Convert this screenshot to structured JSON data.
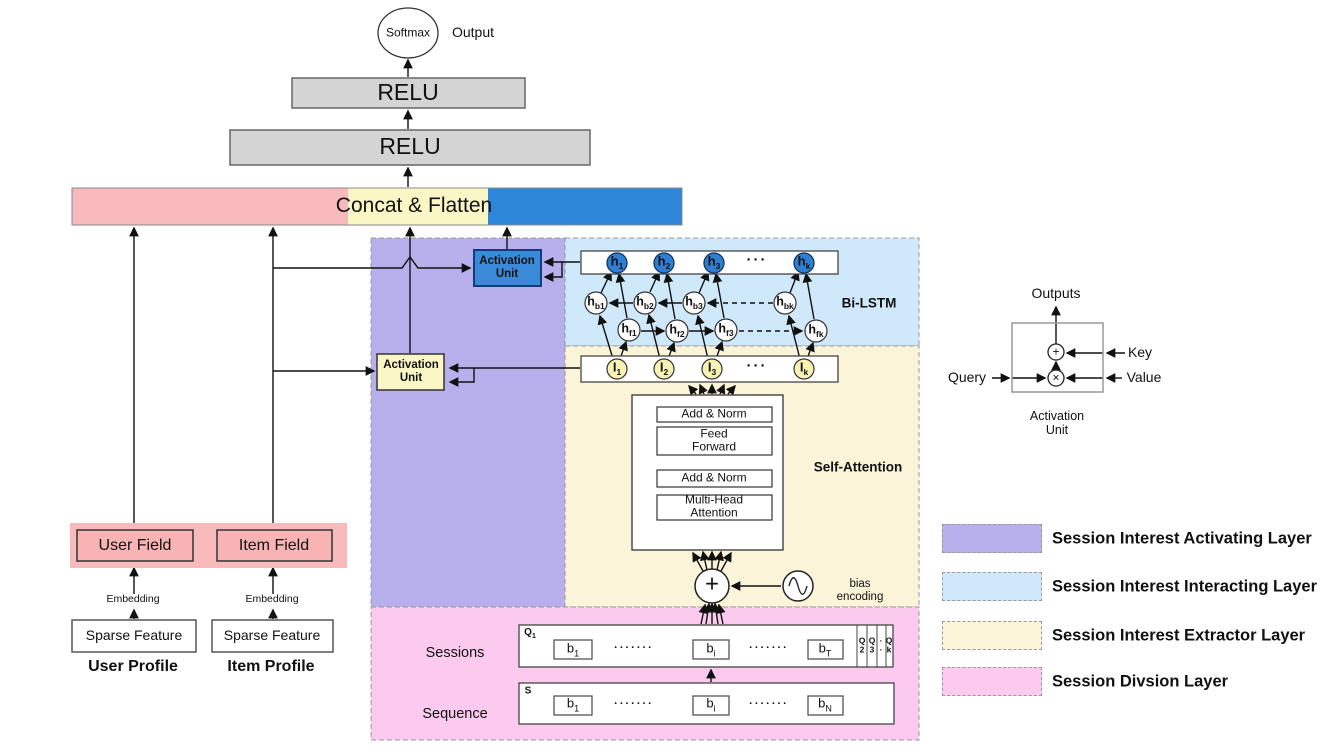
{
  "flow": {
    "softmax": "Softmax",
    "output": "Output",
    "relu_top": "RELU",
    "relu_bottom": "RELU",
    "concat": "Concat & Flatten"
  },
  "profiles": {
    "user_field": "User Field",
    "item_field": "Item Field",
    "user_embedding": "Embedding",
    "item_embedding": "Embedding",
    "user_sparse": "Sparse Feature",
    "item_sparse": "Sparse Feature",
    "user_profile": "User Profile",
    "item_profile": "Item Profile"
  },
  "activation_units": {
    "blue": "Activation\nUnit",
    "yellow": "Activation\nUnit"
  },
  "bilstm": {
    "label": "Bi-LSTM",
    "h": [
      {
        "b": "h",
        "s": "1"
      },
      {
        "b": "h",
        "s": "2"
      },
      {
        "b": "h",
        "s": "3"
      },
      {
        "b": "h",
        "s": "k"
      }
    ],
    "h_dots": "···",
    "hb": [
      {
        "b": "h",
        "s": "b1"
      },
      {
        "b": "h",
        "s": "b2"
      },
      {
        "b": "h",
        "s": "b3"
      },
      {
        "b": "h",
        "s": "bk"
      }
    ],
    "hf": [
      {
        "b": "h",
        "s": "f1"
      },
      {
        "b": "h",
        "s": "f2"
      },
      {
        "b": "h",
        "s": "f3"
      },
      {
        "b": "h",
        "s": "fk"
      }
    ]
  },
  "extractor": {
    "label": "Self-Attention",
    "i": [
      {
        "b": "I",
        "s": "1"
      },
      {
        "b": "I",
        "s": "2"
      },
      {
        "b": "I",
        "s": "3"
      },
      {
        "b": "I",
        "s": "k"
      }
    ],
    "i_dots": "···",
    "add_norm_top": "Add & Norm",
    "feed_forward": "Feed\nForward",
    "add_norm_bottom": "Add & Norm",
    "multi_head": "Multi-Head\nAttention",
    "bias_encoding": "bias\nencoding",
    "plus": "+"
  },
  "division": {
    "sessions_label": "Sessions",
    "sequence_label": "Sequence",
    "q1": {
      "b": "Q",
      "s": "1"
    },
    "s_label": "S",
    "session_items": [
      {
        "b": "b",
        "s": "1"
      },
      {
        "b": "b",
        "s": "i"
      },
      {
        "b": "b",
        "s": "T"
      }
    ],
    "session_dots": [
      "·······",
      "·······"
    ],
    "q_cols": [
      "Q\n2",
      "Q\n3",
      "·\n·",
      "Q\nk"
    ],
    "sequence_items": [
      {
        "b": "b",
        "s": "1"
      },
      {
        "b": "b",
        "s": "i"
      },
      {
        "b": "b",
        "s": "N"
      }
    ],
    "sequence_dots": [
      "·······",
      "·······"
    ]
  },
  "au_detail": {
    "outputs": "Outputs",
    "query": "Query",
    "key": "Key",
    "value": "Value",
    "plus": "+",
    "times": "×",
    "label": "Activation\nUnit"
  },
  "legend": {
    "items": [
      {
        "label": "Session Interest Activating Layer",
        "color": "#b7b0ec"
      },
      {
        "label": "Session Interest Interacting Layer",
        "color": "#cfe9fb"
      },
      {
        "label": "Session Interest Extractor Layer",
        "color": "#fbf4d9"
      },
      {
        "label": "Session Divsion Layer",
        "color": "#fccaee"
      }
    ]
  }
}
